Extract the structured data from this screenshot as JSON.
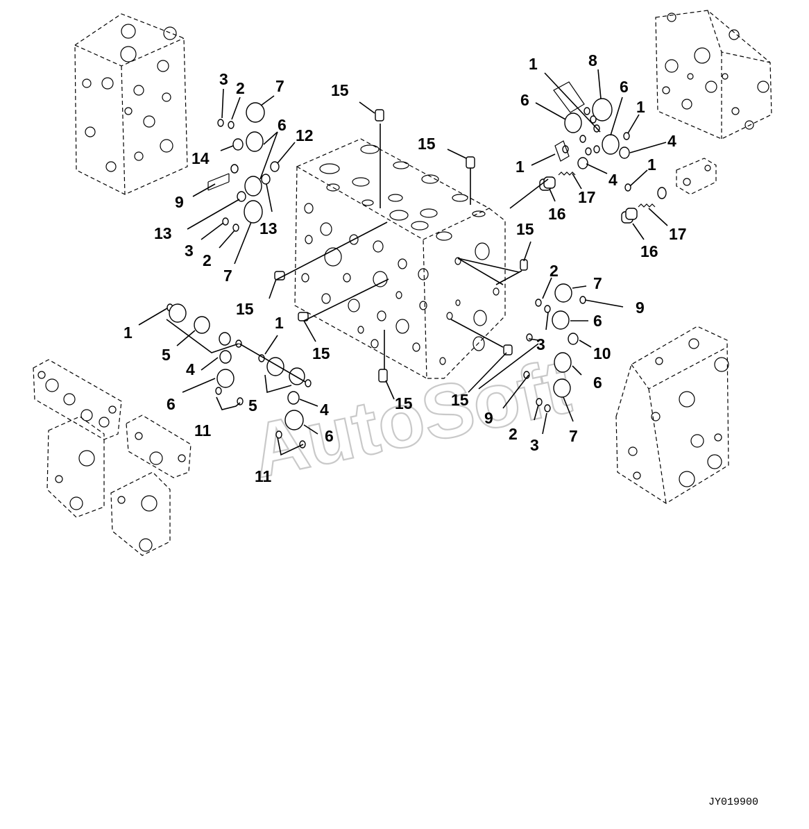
{
  "watermark": "AutoSoft",
  "drawing_code": "JY019900",
  "callouts": [
    {
      "id": "c01",
      "text": "3"
    },
    {
      "id": "c02",
      "text": "2"
    },
    {
      "id": "c03",
      "text": "7"
    },
    {
      "id": "c04",
      "text": "6"
    },
    {
      "id": "c05",
      "text": "12"
    },
    {
      "id": "c06",
      "text": "14"
    },
    {
      "id": "c07",
      "text": "9"
    },
    {
      "id": "c08",
      "text": "13"
    },
    {
      "id": "c09",
      "text": "13"
    },
    {
      "id": "c10",
      "text": "3"
    },
    {
      "id": "c11",
      "text": "2"
    },
    {
      "id": "c12",
      "text": "7"
    },
    {
      "id": "c13",
      "text": "15"
    },
    {
      "id": "c14",
      "text": "15"
    },
    {
      "id": "c15",
      "text": "1"
    },
    {
      "id": "c16",
      "text": "8"
    },
    {
      "id": "c17",
      "text": "6"
    },
    {
      "id": "c18",
      "text": "6"
    },
    {
      "id": "c19",
      "text": "1"
    },
    {
      "id": "c20",
      "text": "4"
    },
    {
      "id": "c21",
      "text": "1"
    },
    {
      "id": "c22",
      "text": "4"
    },
    {
      "id": "c23",
      "text": "1"
    },
    {
      "id": "c24",
      "text": "17"
    },
    {
      "id": "c25",
      "text": "16"
    },
    {
      "id": "c26",
      "text": "17"
    },
    {
      "id": "c27",
      "text": "16"
    },
    {
      "id": "c28",
      "text": "15"
    },
    {
      "id": "c29",
      "text": "15"
    },
    {
      "id": "c30",
      "text": "15"
    },
    {
      "id": "c31",
      "text": "1"
    },
    {
      "id": "c32",
      "text": "5"
    },
    {
      "id": "c33",
      "text": "1"
    },
    {
      "id": "c34",
      "text": "4"
    },
    {
      "id": "c35",
      "text": "6"
    },
    {
      "id": "c36",
      "text": "5"
    },
    {
      "id": "c37",
      "text": "4"
    },
    {
      "id": "c38",
      "text": "11"
    },
    {
      "id": "c39",
      "text": "6"
    },
    {
      "id": "c40",
      "text": "11"
    },
    {
      "id": "c41",
      "text": "15"
    },
    {
      "id": "c42",
      "text": "15"
    },
    {
      "id": "c43",
      "text": "2"
    },
    {
      "id": "c44",
      "text": "7"
    },
    {
      "id": "c45",
      "text": "9"
    },
    {
      "id": "c46",
      "text": "6"
    },
    {
      "id": "c47",
      "text": "10"
    },
    {
      "id": "c48",
      "text": "3"
    },
    {
      "id": "c49",
      "text": "6"
    },
    {
      "id": "c50",
      "text": "9"
    },
    {
      "id": "c51",
      "text": "2"
    },
    {
      "id": "c52",
      "text": "3"
    },
    {
      "id": "c53",
      "text": "7"
    }
  ]
}
